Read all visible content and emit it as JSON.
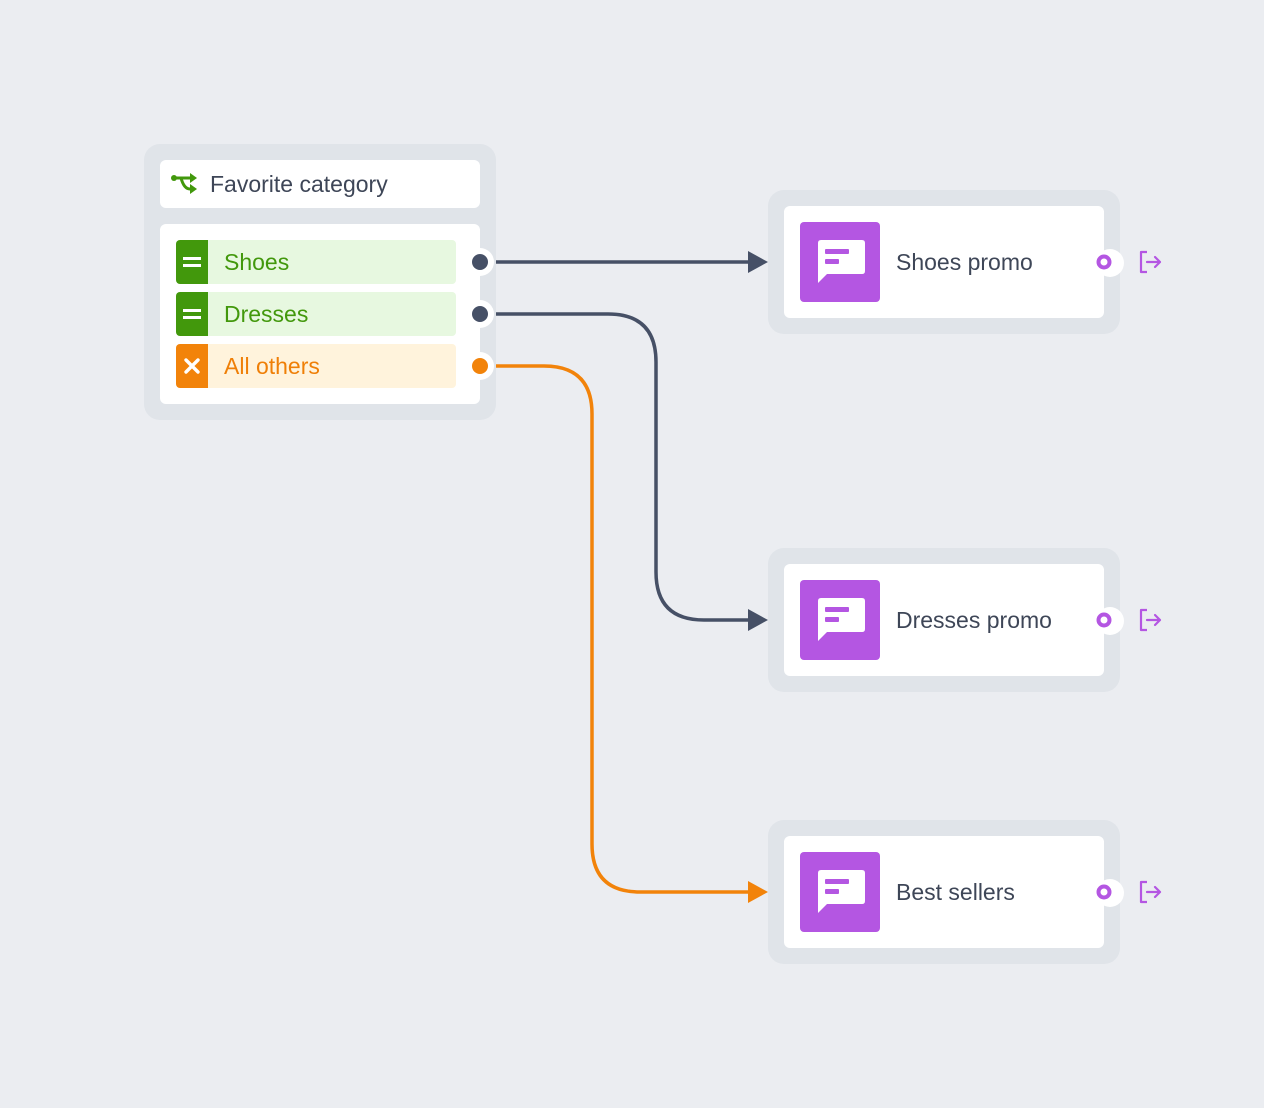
{
  "split": {
    "title": "Favorite category",
    "icon": "split-icon",
    "branches": [
      {
        "label": "Shoes",
        "kind": "equals",
        "color": "#42980c"
      },
      {
        "label": "Dresses",
        "kind": "equals",
        "color": "#42980c"
      },
      {
        "label": "All others",
        "kind": "otherwise",
        "color": "#f2830a"
      }
    ]
  },
  "messages": [
    {
      "label": "Shoes promo",
      "icon": "message-icon"
    },
    {
      "label": "Dresses promo",
      "icon": "message-icon"
    },
    {
      "label": "Best sellers",
      "icon": "message-icon"
    }
  ],
  "colors": {
    "background": "#ebedf1",
    "connector_default": "#465066",
    "connector_otherwise": "#f2830a",
    "message_accent": "#b456e2",
    "branch_match": "#42980c",
    "branch_otherwise": "#f2830a"
  }
}
